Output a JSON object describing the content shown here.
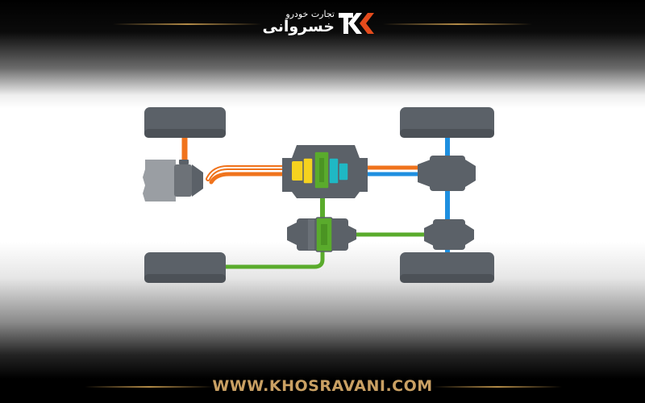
{
  "brand": {
    "logo_mark": "TK",
    "logo_subtitle_fa": "تجارت خودرو",
    "logo_name_fa": "خسروانی",
    "website": "WWW.KHOSRAVANI.COM"
  },
  "colors": {
    "orange_path": "#f0731c",
    "blue_path": "#1e8fe0",
    "green_path": "#5aab2c",
    "yellow_gear": "#f5d21f",
    "cyan_gear": "#1fb8c4",
    "component_gray": "#5b6168",
    "engine_gray": "#9a9ea3",
    "accent_gold": "#c9a063"
  },
  "icons": {
    "logo": "tk-logo-icon",
    "wheels": "wheel-icon",
    "engine": "engine-icon",
    "gearbox": "gearbox-icon",
    "differential": "differential-icon"
  }
}
